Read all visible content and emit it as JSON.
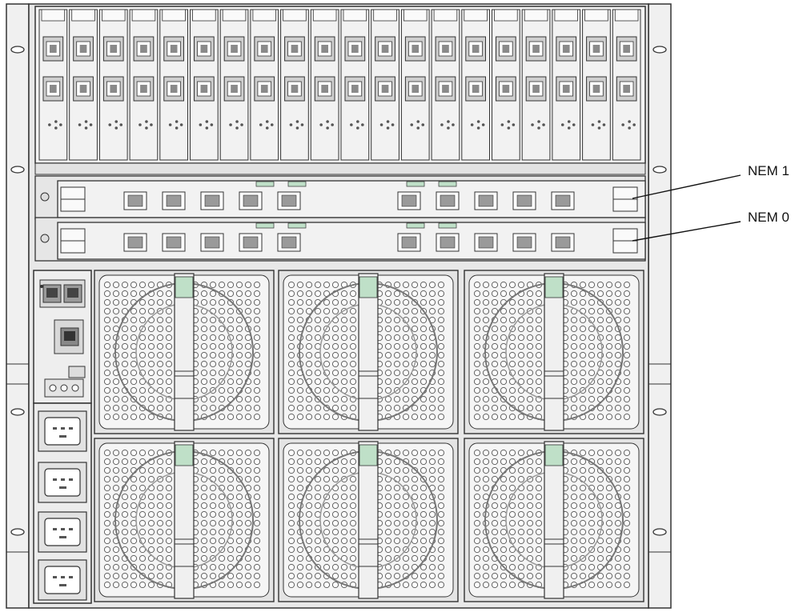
{
  "diagram": {
    "callouts": [
      {
        "label": "NEM 1"
      },
      {
        "label": "NEM 0"
      }
    ],
    "blade_slots": 20,
    "nem_modules": 2,
    "fan_modules": 6,
    "power_inlets": 4,
    "colors": {
      "outline": "#333333",
      "panel": "#f2f2f2",
      "panel_dark": "#d6d6d6",
      "accent_green": "#bfe0c8",
      "leader": "#111111"
    }
  }
}
